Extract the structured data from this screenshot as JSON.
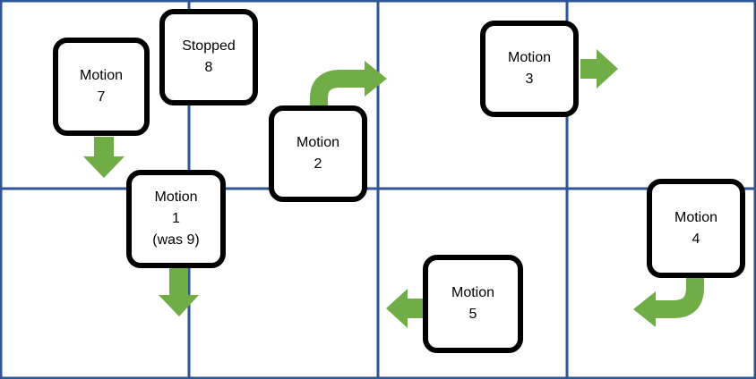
{
  "colors": {
    "grid": "#2f5597",
    "arrow": "#70ad47",
    "box_border": "#000000",
    "box_fill": "#ffffff"
  },
  "grid": {
    "columns": 4,
    "rows": 2
  },
  "boxes": [
    {
      "id": "motion-7",
      "line1": "Motion",
      "line2": "7",
      "line3": ""
    },
    {
      "id": "stopped-8",
      "line1": "Stopped",
      "line2": "8",
      "line3": ""
    },
    {
      "id": "motion-2",
      "line1": "Motion",
      "line2": "2",
      "line3": ""
    },
    {
      "id": "motion-3",
      "line1": "Motion",
      "line2": "3",
      "line3": ""
    },
    {
      "id": "motion-1",
      "line1": "Motion",
      "line2": "1",
      "line3": "(was 9)"
    },
    {
      "id": "motion-5",
      "line1": "Motion",
      "line2": "5",
      "line3": ""
    },
    {
      "id": "motion-4",
      "line1": "Motion",
      "line2": "4",
      "line3": ""
    }
  ],
  "arrows": [
    {
      "id": "arrow-7",
      "direction": "down"
    },
    {
      "id": "arrow-1",
      "direction": "down"
    },
    {
      "id": "arrow-2",
      "direction": "curved-up-right"
    },
    {
      "id": "arrow-3",
      "direction": "right"
    },
    {
      "id": "arrow-5",
      "direction": "left"
    },
    {
      "id": "arrow-4",
      "direction": "curved-down-left"
    }
  ]
}
